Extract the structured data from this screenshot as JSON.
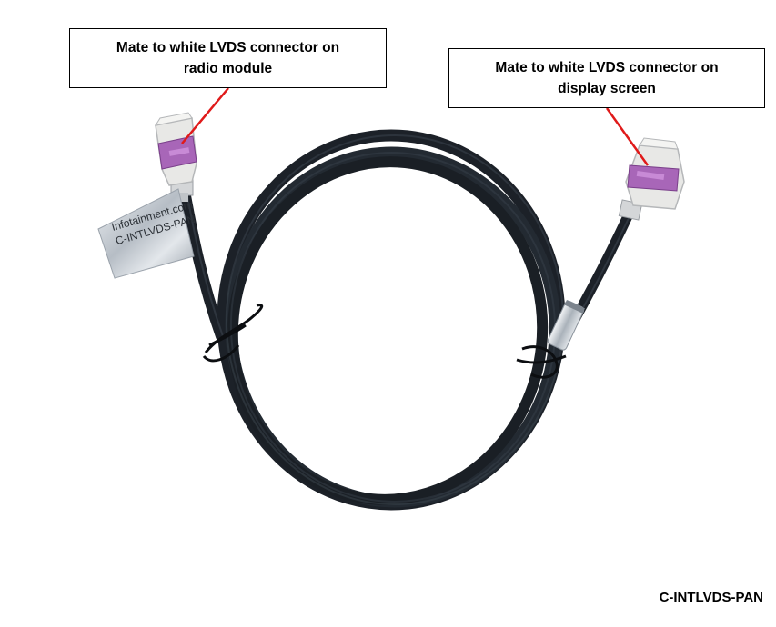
{
  "callouts": {
    "left": {
      "line1": "Mate to white LVDS connector on",
      "line2": "radio module"
    },
    "right": {
      "line1": "Mate to white LVDS connector on",
      "line2": "display screen"
    }
  },
  "label_tag": {
    "line1": "Infotainment.com",
    "line2": "C-INTLVDS-PAN"
  },
  "part_number": "C-INTLVDS-PAN",
  "colors": {
    "cable": "#1c2128",
    "connector_white": "#e8e8e6",
    "connector_latch": "#a866b8",
    "leader_line": "#e01a1a",
    "tag_silver": "#c9ced4"
  },
  "icons": [
    "cable-photo",
    "lvds-connector-icon"
  ]
}
